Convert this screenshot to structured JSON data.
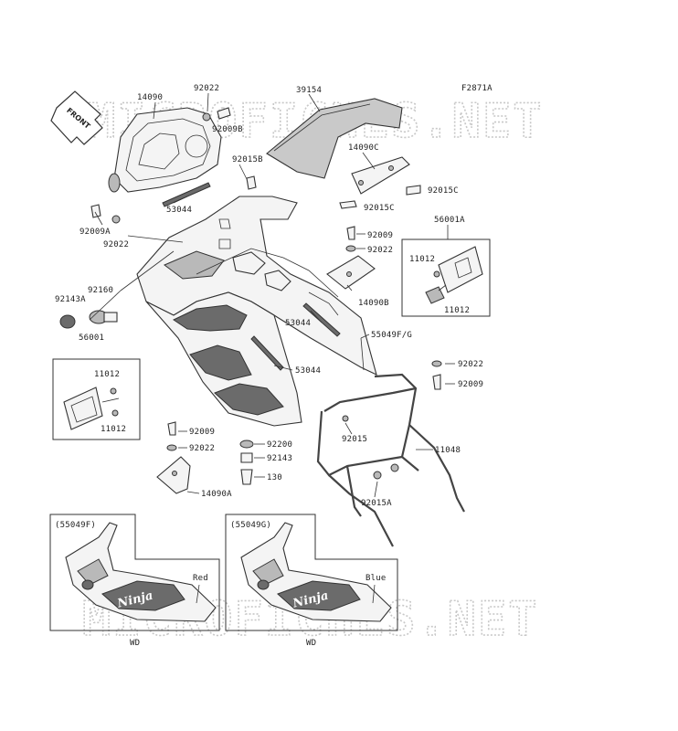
{
  "diagram_code": "F2871A",
  "front_arrow": "FRONT",
  "watermark": "MICROFICHES.NET",
  "callouts": {
    "p14090": "14090",
    "p92022a": "92022",
    "p92009b": "92009B",
    "p39154": "39154",
    "p14090c": "14090C",
    "p92015c_a": "92015C",
    "p92015c_b": "92015C",
    "p92015b": "92015B",
    "p53044a": "53044",
    "p92009a": "92009A",
    "p92022b": "92022",
    "p92009c": "92009",
    "p92022c": "92022",
    "p56001a": "56001A",
    "p11012a": "11012",
    "p11012b": "11012",
    "p14090b": "14090B",
    "p92143a": "92143A",
    "p92160": "92160",
    "p53044b": "53044",
    "p55049fg": "55049F/G",
    "p56001": "56001",
    "p11012c": "11012",
    "p11012d": "11012",
    "p53044c": "53044",
    "p92022d": "92022",
    "p92009d": "92009",
    "p92009e": "92009",
    "p92022e": "92022",
    "p92200": "92200",
    "p92143": "92143",
    "p130": "130",
    "p14090a": "14090A",
    "p92015": "92015",
    "p11048": "11048",
    "p92015a": "92015A"
  },
  "inset_left": {
    "code": "(55049F)",
    "color": "Red",
    "region": "WD",
    "logo": "Ninja"
  },
  "inset_right": {
    "code": "(55049G)",
    "color": "Blue",
    "region": "WD",
    "logo": "Ninja"
  }
}
